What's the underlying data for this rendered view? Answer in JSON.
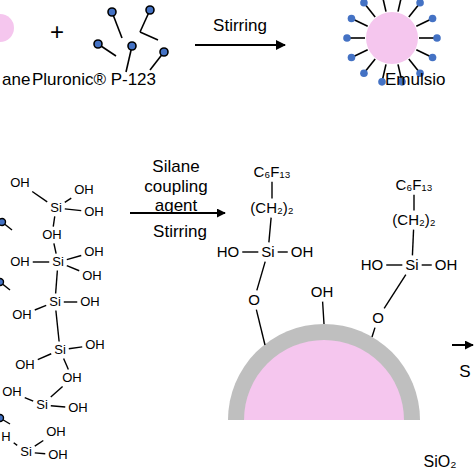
{
  "diagram": {
    "nodes": [
      {
        "text": [
          "ane"
        ]
      },
      {
        "text": [
          "Pluronic® P-123"
        ]
      },
      {
        "text": [
          "Emulsio"
        ]
      }
    ],
    "edges": [
      {
        "from": 1,
        "to": 2,
        "arrow": "to",
        "label": "Stirring"
      }
    ],
    "labels": [
      "+",
      "Silane coupling agent",
      "Stirring",
      "C₆F₁₃",
      "(CH₂)₂",
      "HO",
      "Si",
      "OH",
      "O",
      "C₆F₁₃",
      "(CH₂)₂",
      "HO",
      "Si",
      "OH",
      "O",
      "OH",
      "SiO₂",
      "S",
      "OH",
      "OH",
      "Si",
      "OH",
      "OH",
      "Si",
      "OH",
      "OH",
      "OH",
      "Si",
      "OH",
      "OH",
      "Si",
      "OH",
      "OH",
      "OH",
      "Si",
      "OH",
      "OH",
      "H",
      "Si",
      "OH",
      "OH"
    ]
  }
}
